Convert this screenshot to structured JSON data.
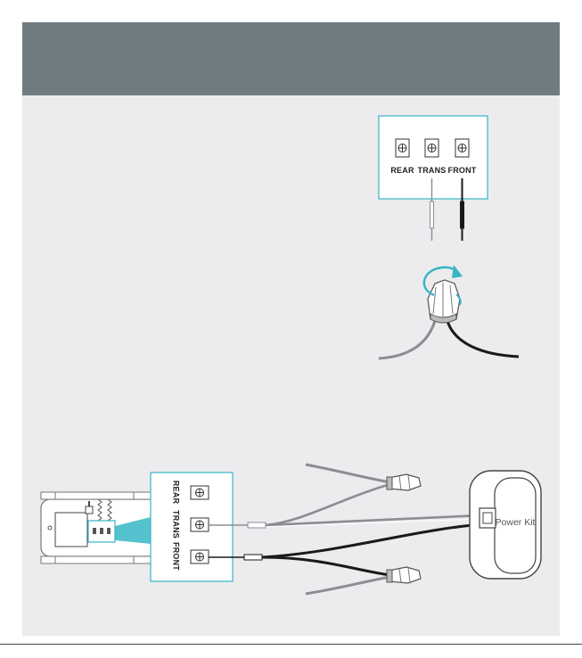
{
  "header": {
    "title": ""
  },
  "terminals": {
    "rear": "REAR",
    "trans": "TRANS",
    "front": "FRONT"
  },
  "power_kit": {
    "label": "Power Kit"
  },
  "colors": {
    "header": "#6f7b80",
    "background": "#ecebee",
    "accent": "#36b6c6",
    "wire_gray": "#8a8e92",
    "wire_black": "#1a1a1a"
  }
}
